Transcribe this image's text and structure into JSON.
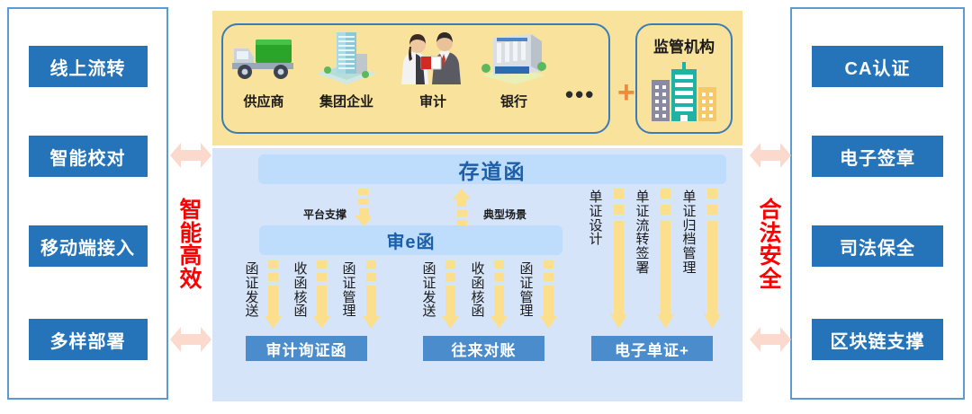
{
  "left_column": {
    "items": [
      {
        "label": "线上流转"
      },
      {
        "label": "智能校对"
      },
      {
        "label": "移动端接入"
      },
      {
        "label": "多样部署"
      }
    ]
  },
  "right_column": {
    "items": [
      {
        "label": "CA认证"
      },
      {
        "label": "电子签章"
      },
      {
        "label": "司法保全"
      },
      {
        "label": "区块链支撑"
      }
    ]
  },
  "axis_labels": {
    "left": [
      "智",
      "能",
      "高",
      "效"
    ],
    "right": [
      "合",
      "法",
      "安",
      "全"
    ]
  },
  "top_panel": {
    "actors": [
      {
        "label": "供应商",
        "icon": "truck-icon"
      },
      {
        "label": "集团企业",
        "icon": "office-tower-icon"
      },
      {
        "label": "审计",
        "icon": "auditors-icon"
      },
      {
        "label": "银行",
        "icon": "bank-building-icon"
      }
    ],
    "ellipsis": "•••",
    "plus": "+",
    "regulator": {
      "label": "监管机构",
      "icon": "city-buildings-icon"
    }
  },
  "main_panel": {
    "top_bar": "存道函",
    "mid_bar": "审e函",
    "flow_notes": {
      "platform": "平台支撑",
      "scene": "典型场景"
    },
    "groups": [
      {
        "name": "audit-confirmation",
        "button": "审计询证函",
        "columns": [
          {
            "chars": [
              "函",
              "证",
              "发",
              "送"
            ]
          },
          {
            "chars": [
              "收",
              "函",
              "核",
              "函"
            ]
          },
          {
            "chars": [
              "函",
              "证",
              "管",
              "理"
            ]
          }
        ]
      },
      {
        "name": "account-reconciliation",
        "button": "往来对账",
        "columns": [
          {
            "chars": [
              "函",
              "证",
              "发",
              "送"
            ]
          },
          {
            "chars": [
              "收",
              "函",
              "核",
              "函"
            ]
          },
          {
            "chars": [
              "函",
              "证",
              "管",
              "理"
            ]
          }
        ]
      },
      {
        "name": "electronic-document",
        "button": "电子单证+",
        "columns": [
          {
            "chars": [
              "单",
              "证",
              "设",
              "计"
            ]
          },
          {
            "chars": [
              "单",
              "证",
              "流",
              "转",
              "签",
              "署"
            ]
          },
          {
            "chars": [
              "单",
              "证",
              "归",
              "档",
              "管",
              "理"
            ]
          }
        ]
      }
    ]
  },
  "colors": {
    "panel_yellow": "#f9e29c",
    "panel_blue": "#d6e4f9",
    "bar_blue": "#bedcfb",
    "bar_text": "#1c5fa8",
    "button_blue": "#4a8ccc",
    "side_box_blue": "#2573b8",
    "frame_blue": "#5b9bd5",
    "accent_red": "#ff0000",
    "arrow_yellow": "#fcdf8c",
    "arrow_pink": "#fbd9cc",
    "plus_orange": "#f08a3c"
  }
}
